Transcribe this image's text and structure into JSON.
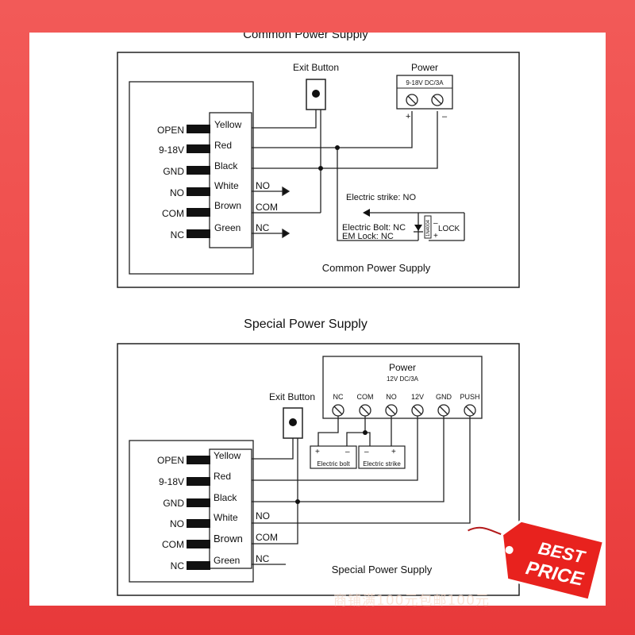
{
  "common": {
    "title_cropped": "Common Power Supply",
    "caption": "Common Power Supply",
    "exit_button": "Exit Button",
    "power_label": "Power",
    "power_spec": "9-18V DC/3A",
    "plus": "+",
    "minus": "–",
    "terminals": [
      "OPEN",
      "9-18V",
      "GND",
      "NO",
      "COM",
      "NC"
    ],
    "wires": [
      "Yellow",
      "Red",
      "Black",
      "White",
      "Brown",
      "Green"
    ],
    "out_no": "NO",
    "out_com": "COM",
    "out_nc": "NC",
    "strike_no": "Electric strike: NO",
    "bolt_nc": "Electric Bolt: NC",
    "emlock_nc": "EM Lock: NC",
    "diode": "1N4004",
    "lock": "LOCK",
    "lock_minus": "–",
    "lock_plus": "+"
  },
  "special": {
    "title": "Special Power Supply",
    "caption": "Special Power Supply",
    "exit_button": "Exit Button",
    "power_label": "Power",
    "power_spec": "12V DC/3A",
    "ports": [
      "NC",
      "COM",
      "NO",
      "12V",
      "GND",
      "PUSH"
    ],
    "terminals": [
      "OPEN",
      "9-18V",
      "GND",
      "NO",
      "COM",
      "NC"
    ],
    "wires": [
      "Yellow",
      "Red",
      "Black",
      "White",
      "Brown",
      "Green"
    ],
    "out_no": "NO",
    "out_com": "COM",
    "out_nc": "NC",
    "bolt_label": "Electric bolt",
    "strike_label": "Electric strike",
    "plus": "+",
    "minus": "–"
  },
  "badge": {
    "line1": "BEST",
    "line2": "PRICE",
    "color": "#e8221e"
  },
  "watermark": "商铺满100元包邮100元"
}
